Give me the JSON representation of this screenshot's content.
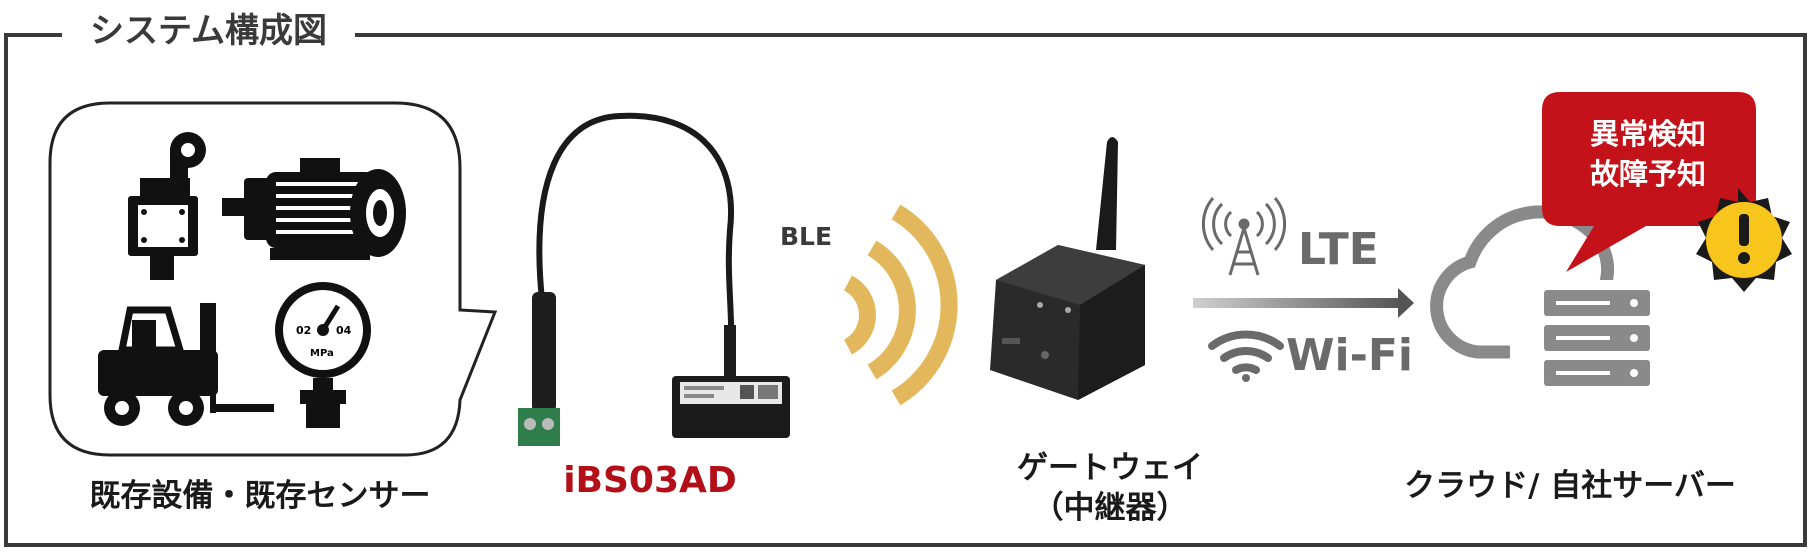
{
  "section_title": "システム構成図",
  "labels": {
    "equipment": "既存設備・既存センサー",
    "sensor": "iBS03AD",
    "gateway_line1": "ゲートウェイ",
    "gateway_line2": "（中継器）",
    "cloud": "クラウド/ 自社サーバー",
    "ble": "BLE",
    "lte": "LTE",
    "wifi": "Wi-Fi"
  },
  "gauge_text": {
    "left_value": "02",
    "right_value": "04",
    "unit": "MPa"
  },
  "callout": {
    "line1": "異常検知",
    "line2": "故障予知",
    "color": "#c4121a"
  },
  "colors": {
    "frame": "#3a3a3a",
    "sensor_label": "#b30f18",
    "ble_waves": "#e3b85c",
    "network_gray": "#6a6a6a",
    "warning_yellow": "#f7c51b"
  },
  "icons": [
    "limit-switch-icon",
    "electric-motor-icon",
    "forklift-icon",
    "pressure-gauge-icon",
    "antenna-tower-icon",
    "wifi-icon",
    "cloud-icon",
    "server-icon",
    "warning-icon"
  ]
}
